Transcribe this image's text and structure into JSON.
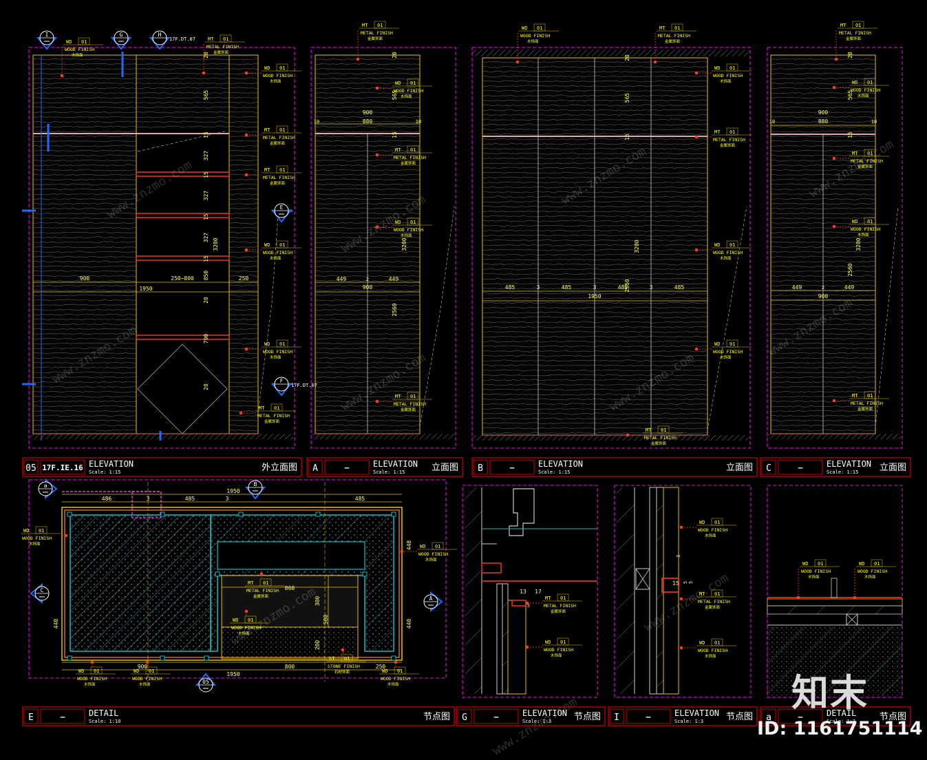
{
  "colors": {
    "background": "#000000",
    "frame": "#ff00ff",
    "title_border": "#ff0000",
    "panel_yellow": "#e8c400",
    "dim_yellow": "#ffff55",
    "tag_text": "#ffff00",
    "wood_grain": "#9a9a9a",
    "accent_blue": "#1e6bff",
    "red_orange": "#ff3b1e",
    "cyan": "#19b8c8",
    "hatch": "#5fa8b8"
  },
  "tags": {
    "wd_code": "WD",
    "mt_code": "MT",
    "st_code": "ST",
    "num": "01",
    "wood_finish": "WOOD FINISH",
    "metal_finish": "METAL FINISH",
    "stone_finish": "STONE FINISH",
    "wood_cn": "木饰面",
    "metal_cn": "金属饰面",
    "stone_cn": "石材饰面"
  },
  "section_markers": [
    {
      "letter": "I",
      "sub": ""
    },
    {
      "letter": "G",
      "sub": ""
    },
    {
      "letter": "H",
      "sub": "17F.DT.07"
    },
    {
      "letter": "E",
      "sub": ""
    },
    {
      "letter": "F",
      "sub": "17F.DT.07"
    }
  ],
  "plan_markers": [
    {
      "letter": "a",
      "sub": ""
    },
    {
      "letter": "B",
      "sub": ""
    },
    {
      "letter": "C",
      "sub": ""
    },
    {
      "letter": "A",
      "sub": ""
    },
    {
      "letter": "05",
      "sub": ""
    }
  ],
  "dimensions_05": {
    "right_vertical": [
      "20",
      "565",
      "15",
      "327",
      "15",
      "327",
      "15",
      "327",
      "15",
      "850",
      "20",
      "790",
      "20"
    ],
    "total_height": "3200",
    "horizontal": [
      "900",
      "250~800",
      "250"
    ],
    "total_width": "1950"
  },
  "dimensions_a": {
    "right_vertical": [
      "20",
      "565",
      "15"
    ],
    "height_upper": "3200",
    "height_lower": "2560",
    "top_row": [
      "900",
      "10",
      "880",
      "10"
    ],
    "bottom_row": [
      "449",
      "2",
      "449"
    ],
    "bottom_total": "900"
  },
  "dimensions_b": {
    "right_vertical": [
      "20",
      "565",
      "15"
    ],
    "height_upper": "3200",
    "height_lower": "2560",
    "row": [
      "485",
      "3",
      "485",
      "3",
      "485",
      "3",
      "485"
    ],
    "total": "1950"
  },
  "dimensions_c": {
    "right_vertical": [
      "20",
      "565",
      "15"
    ],
    "height_upper": "3200",
    "height_lower": "2560",
    "top_row": [
      "900",
      "10",
      "880",
      "10"
    ],
    "bottom_row": [
      "449",
      "2",
      "449"
    ],
    "bottom_total": "900"
  },
  "dimensions_e": {
    "top": [
      "486",
      "3",
      "485",
      "3",
      "485"
    ],
    "top_total": "1950",
    "inner_width": "860",
    "inner_heights": [
      "300",
      "500",
      "200"
    ],
    "bottom": [
      "900",
      "800",
      "250"
    ],
    "bottom_total": "1950",
    "left": [
      "440"
    ],
    "right": [
      "448",
      "440"
    ]
  },
  "dimensions_g": [
    "13",
    "17",
    "5"
  ],
  "dimensions_i": [
    "15",
    "5",
    "5",
    "3"
  ],
  "title_blocks": [
    {
      "id": "05",
      "ref": "17F.IE.16",
      "title": "ELEVATION",
      "scale": "Scale: 1:15",
      "cn": "外立面图"
    },
    {
      "id": "A",
      "ref": "—",
      "title": "ELEVATION",
      "scale": "Scale: 1:15",
      "cn": "立面图"
    },
    {
      "id": "B",
      "ref": "—",
      "title": "ELEVATION",
      "scale": "Scale: 1:15",
      "cn": "立面图"
    },
    {
      "id": "C",
      "ref": "—",
      "title": "ELEVATION",
      "scale": "Scale: 1:15",
      "cn": "立面图"
    },
    {
      "id": "E",
      "ref": "—",
      "title": "DETAIL",
      "scale": "Scale: 1:10",
      "cn": "节点图"
    },
    {
      "id": "G",
      "ref": "—",
      "title": "ELEVATION",
      "scale": "Scale: 1:3",
      "cn": "节点图"
    },
    {
      "id": "I",
      "ref": "—",
      "title": "ELEVATION",
      "scale": "Scale: 1:3",
      "cn": "节点图"
    },
    {
      "id": "a",
      "ref": "—",
      "title": "DETAIL",
      "scale": "Scale: 1:3",
      "cn": "节点图"
    }
  ],
  "watermark": {
    "logo": "知末",
    "id_text": "ID: 1161751114",
    "url": "www.znzmo.com"
  }
}
